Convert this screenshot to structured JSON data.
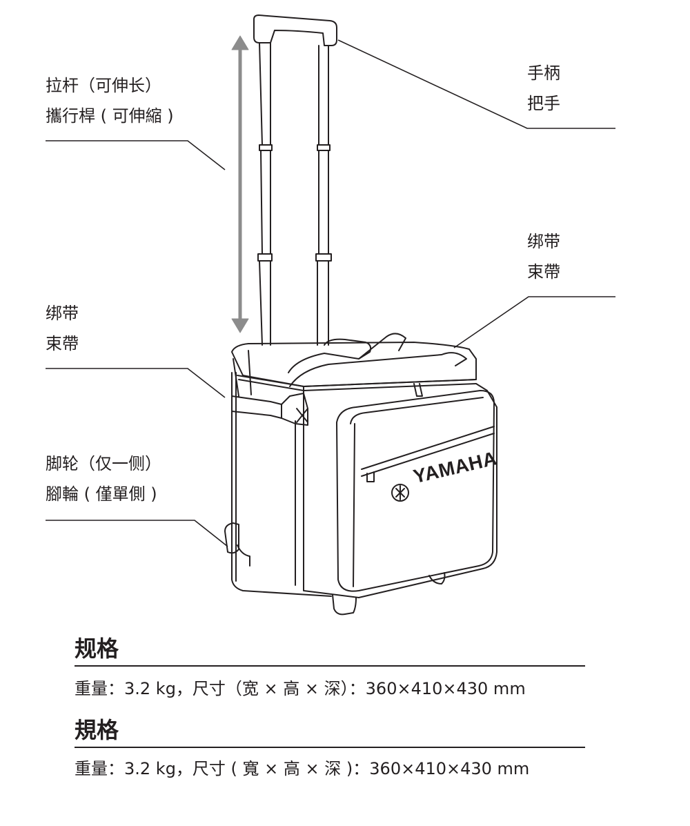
{
  "labels": {
    "handle_bar": {
      "line1": "拉杆（可伸长）",
      "line2": "攜行桿 ( 可伸縮 )"
    },
    "handle": {
      "line1": "手柄",
      "line2": "把手"
    },
    "strap_right": {
      "line1": "绑带",
      "line2": "束帶"
    },
    "strap_left": {
      "line1": "绑带",
      "line2": "束帶"
    },
    "wheel": {
      "line1": "脚轮（仅一侧）",
      "line2": "腳輪 ( 僅單側 )"
    }
  },
  "brand": "YAMAHA",
  "specs": [
    {
      "title": "规格",
      "text": "重量：3.2 kg，尺寸（宽 × 高 × 深）：360×410×430 mm"
    },
    {
      "title": "規格",
      "text": "重量：3.2 kg，尺寸 ( 寬 × 高 × 深 )：360×410×430 mm"
    }
  ],
  "colors": {
    "ink": "#231f20",
    "arrow": "#8c8c8c",
    "background": "#ffffff"
  }
}
